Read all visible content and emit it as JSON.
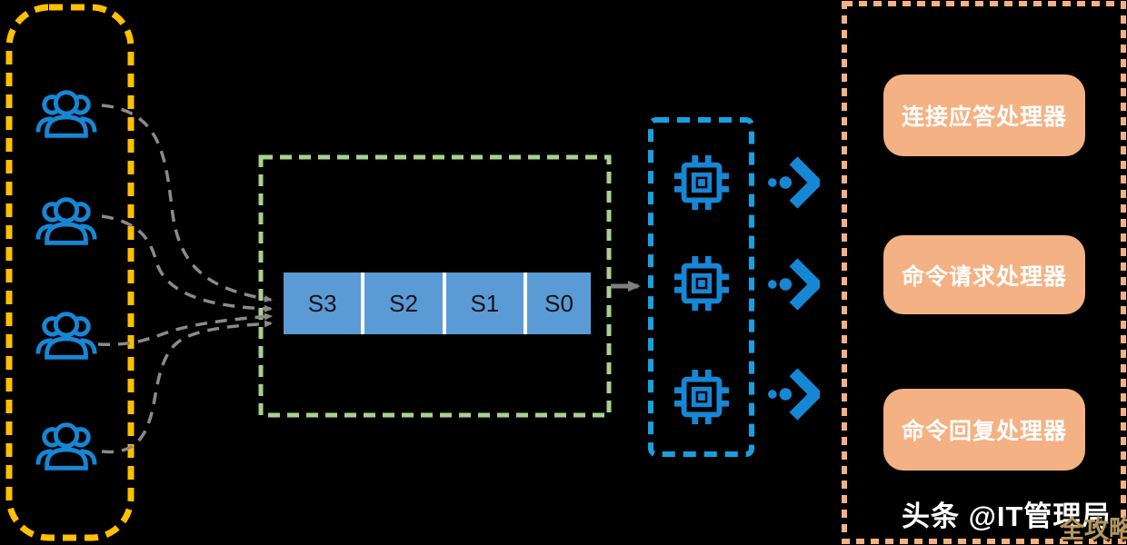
{
  "diagram": {
    "clients_panel": {
      "border_color": "#FFC000",
      "icon": "users-icon",
      "user_count": 4
    },
    "queue_panel": {
      "border_color": "#A9D18E",
      "bar_fill": "#5B9BD5",
      "segments": [
        {
          "label": "S3"
        },
        {
          "label": "S2"
        },
        {
          "label": "S1"
        },
        {
          "label": "S0"
        }
      ]
    },
    "workers_panel": {
      "border_color": "#18A0E0",
      "icon": "cpu-chip-icon",
      "chip_count": 3,
      "output_icon": "double-dot-chevron-icon"
    },
    "processors_panel": {
      "border_color": "#F4B183",
      "box_fill": "#F4B183",
      "text_color": "#FFFFFF",
      "items": [
        {
          "label": "连接应答处理器"
        },
        {
          "label": "命令请求处理器"
        },
        {
          "label": "命令回复处理器"
        }
      ]
    },
    "connectors": {
      "client_arrows_color": "#8A8A8A",
      "queue_to_workers_arrow_color": "#7F7F7F"
    },
    "footer": {
      "credit": "头条 @IT管理局",
      "watermark": "全攻略"
    },
    "colors": {
      "background": "#000000",
      "icon_blue": "#1687D5",
      "text_on_queue": "#141414"
    }
  }
}
